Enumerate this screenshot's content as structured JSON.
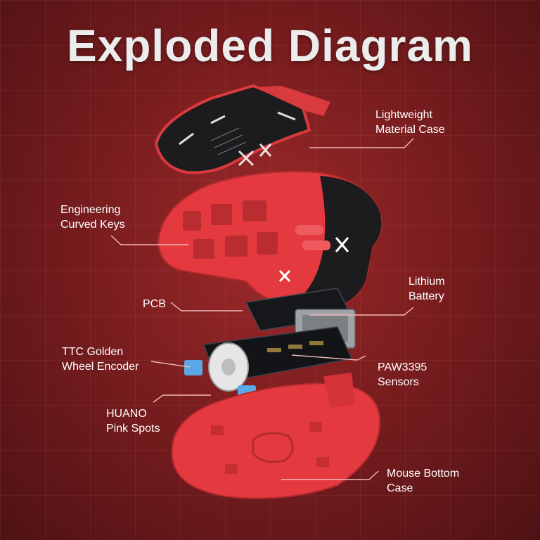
{
  "title": "Exploded Diagram",
  "colors": {
    "background": "#7a1d1f",
    "shell_red": "#e43a3f",
    "leader_line": "#f2b8b8",
    "text": "#ffffff"
  },
  "callouts": {
    "case": {
      "line1": "Lightweight",
      "line2": "Material Case"
    },
    "keys": {
      "line1": "Engineering",
      "line2": "Curved Keys"
    },
    "battery": {
      "line1": "Lithium",
      "line2": "Battery"
    },
    "pcb": {
      "line1": "PCB"
    },
    "encoder": {
      "line1": "TTC Golden",
      "line2": "Wheel Encoder"
    },
    "sensor": {
      "line1": "PAW3395",
      "line2": "Sensors"
    },
    "spots": {
      "line1": "HUANO",
      "line2": "Pink Spots"
    },
    "bottom": {
      "line1": "Mouse Bottom",
      "line2": "Case"
    }
  }
}
